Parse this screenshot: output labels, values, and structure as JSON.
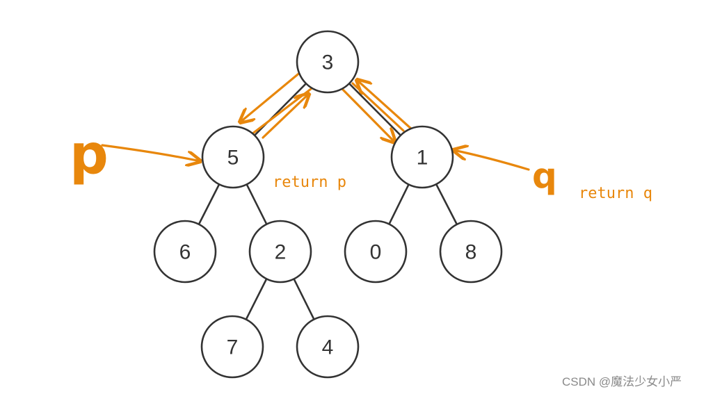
{
  "tree": {
    "nodes": [
      {
        "id": "n3",
        "label": "3"
      },
      {
        "id": "n5",
        "label": "5"
      },
      {
        "id": "n1",
        "label": "1"
      },
      {
        "id": "n6",
        "label": "6"
      },
      {
        "id": "n2",
        "label": "2"
      },
      {
        "id": "n0",
        "label": "0"
      },
      {
        "id": "n8",
        "label": "8"
      },
      {
        "id": "n7",
        "label": "7"
      },
      {
        "id": "n4",
        "label": "4"
      }
    ],
    "edges": [
      [
        "n3",
        "n5"
      ],
      [
        "n3",
        "n1"
      ],
      [
        "n5",
        "n6"
      ],
      [
        "n5",
        "n2"
      ],
      [
        "n1",
        "n0"
      ],
      [
        "n1",
        "n8"
      ],
      [
        "n2",
        "n7"
      ],
      [
        "n2",
        "n4"
      ]
    ]
  },
  "annotations": {
    "p_label": "p",
    "q_label": "q",
    "return_p": "return p",
    "return_q": "return q",
    "accent_color": "#e8870c"
  },
  "watermark": "CSDN @魔法少女小严"
}
